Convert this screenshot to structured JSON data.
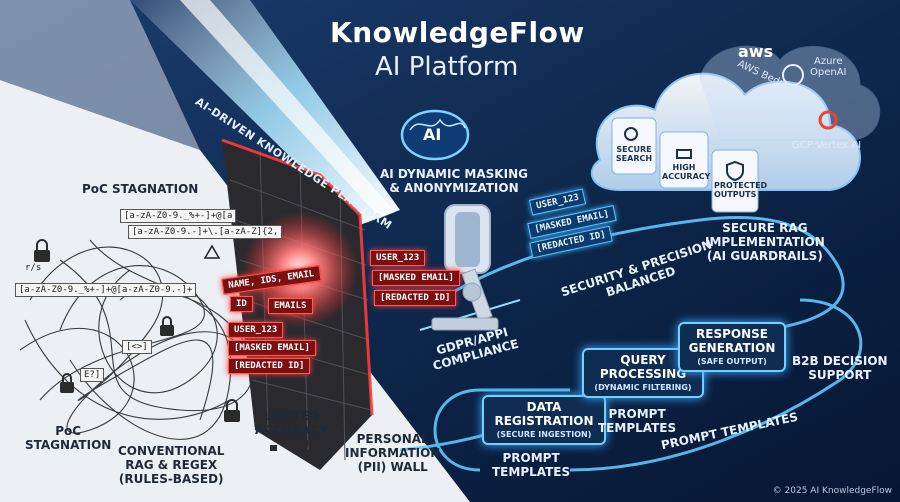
{
  "title": {
    "line1": "KnowledgeFlow",
    "line2": "AI Platform"
  },
  "beam_label": "AI-DRIVEN KNOWLEDGE PLATFORM",
  "left": {
    "poc_top": "PoC STAGNATION",
    "poc_bottom": "PoC\nSTAGNATION",
    "conventional": "CONVENTIONAL\nRAG & REGEX\n(RULES-BASED)",
    "limited": "LIMITED\nACCURACY",
    "pii_wall": "PERSONAL\nINFORMATION\n(PII) WALL",
    "regex": [
      "[a-zA-Z0-9._%+-]+@[a",
      "[a-zA-Z0-9.-]+\\.[a-zA-Z]{2,",
      "[a-zA-Z0-9._%+-]+@[a-zA-Z0-9.-]+",
      "r/s",
      "[<>]",
      "E?]"
    ]
  },
  "wall_tags": [
    "NAME, IDS, EMAIL",
    "ID",
    "EMAILS",
    "USER_123",
    "[MASKED EMAIL]",
    "[REDACTED ID]"
  ],
  "pass_tags": [
    "USER_123",
    "[MASKED EMAIL]",
    "[REDACTED ID]"
  ],
  "out_tags": [
    "USER_123",
    "[MASKED EMAIL]",
    "[REDACTED ID]"
  ],
  "brain": {
    "icon_text": "AI",
    "label": "AI DYNAMIC MASKING\n& ANONYMIZATION"
  },
  "cloud_cards": [
    "SECURE\nSEARCH",
    "HIGH\nACCURACY",
    "PROTECTED\nOUTPUTS"
  ],
  "providers": [
    "aws",
    "AWS Bedrock",
    "Azure\nOpenAI",
    "GCP Vertex AI"
  ],
  "secure_rag": "SECURE RAG\nIMPLEMENTATION\n(AI GUARDRAILS)",
  "security_balanced": "SECURITY & PRECISION\nBALANCED",
  "gdpr": "GDPR/APPI\nCOMPLIANCE",
  "steps": [
    {
      "title": "DATA\nREGISTRATION",
      "sub": "(SECURE INGESTION)"
    },
    {
      "title": "QUERY\nPROCESSING",
      "sub": "(DYNAMIC FILTERING)"
    },
    {
      "title": "RESPONSE\nGENERATION",
      "sub": "(SAFE OUTPUT)"
    }
  ],
  "prompt_templates": [
    "PROMPT\nTEMPLATES",
    "PROMPT\nTEMPLATES",
    "PROMPT TEMPLATES"
  ],
  "b2b": "B2B DECISION\nSUPPORT",
  "copyright": "© 2025 AI KnowledgeFlow",
  "colors": {
    "beam": "#5ec8ff",
    "wall_glow": "#ff3b3b",
    "bg_dark": "#0b1d3a",
    "bg_light": "#eef0f3"
  }
}
